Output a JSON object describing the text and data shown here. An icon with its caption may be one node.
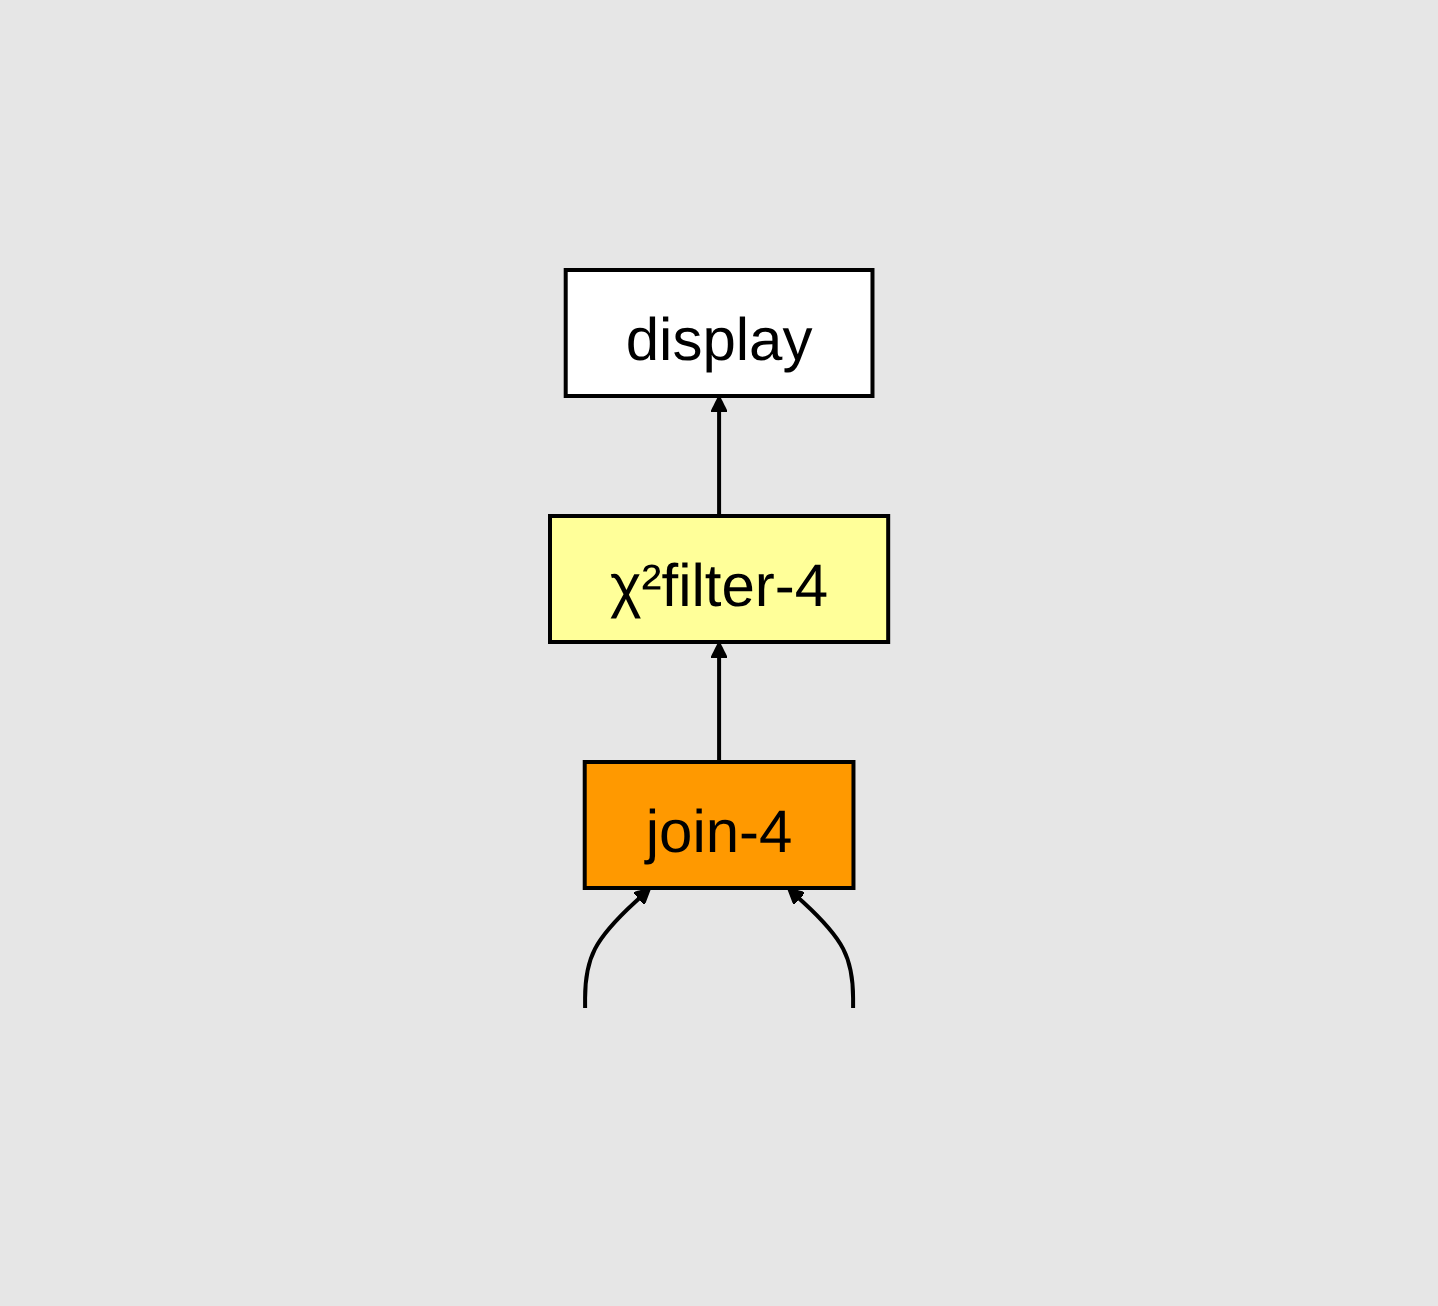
{
  "diagram": {
    "nodes": [
      {
        "text": [
          "display"
        ]
      },
      {
        "text": [
          "χ²filter-4"
        ]
      },
      {
        "text": [
          "join-4"
        ]
      }
    ],
    "edges": [
      {
        "from": 2,
        "to": 1,
        "arrow": "to"
      },
      {
        "from": 1,
        "to": 0,
        "arrow": "to"
      },
      {
        "from": null,
        "to": 2,
        "arrow": "to"
      },
      {
        "from": null,
        "to": 2,
        "arrow": "to"
      }
    ]
  }
}
